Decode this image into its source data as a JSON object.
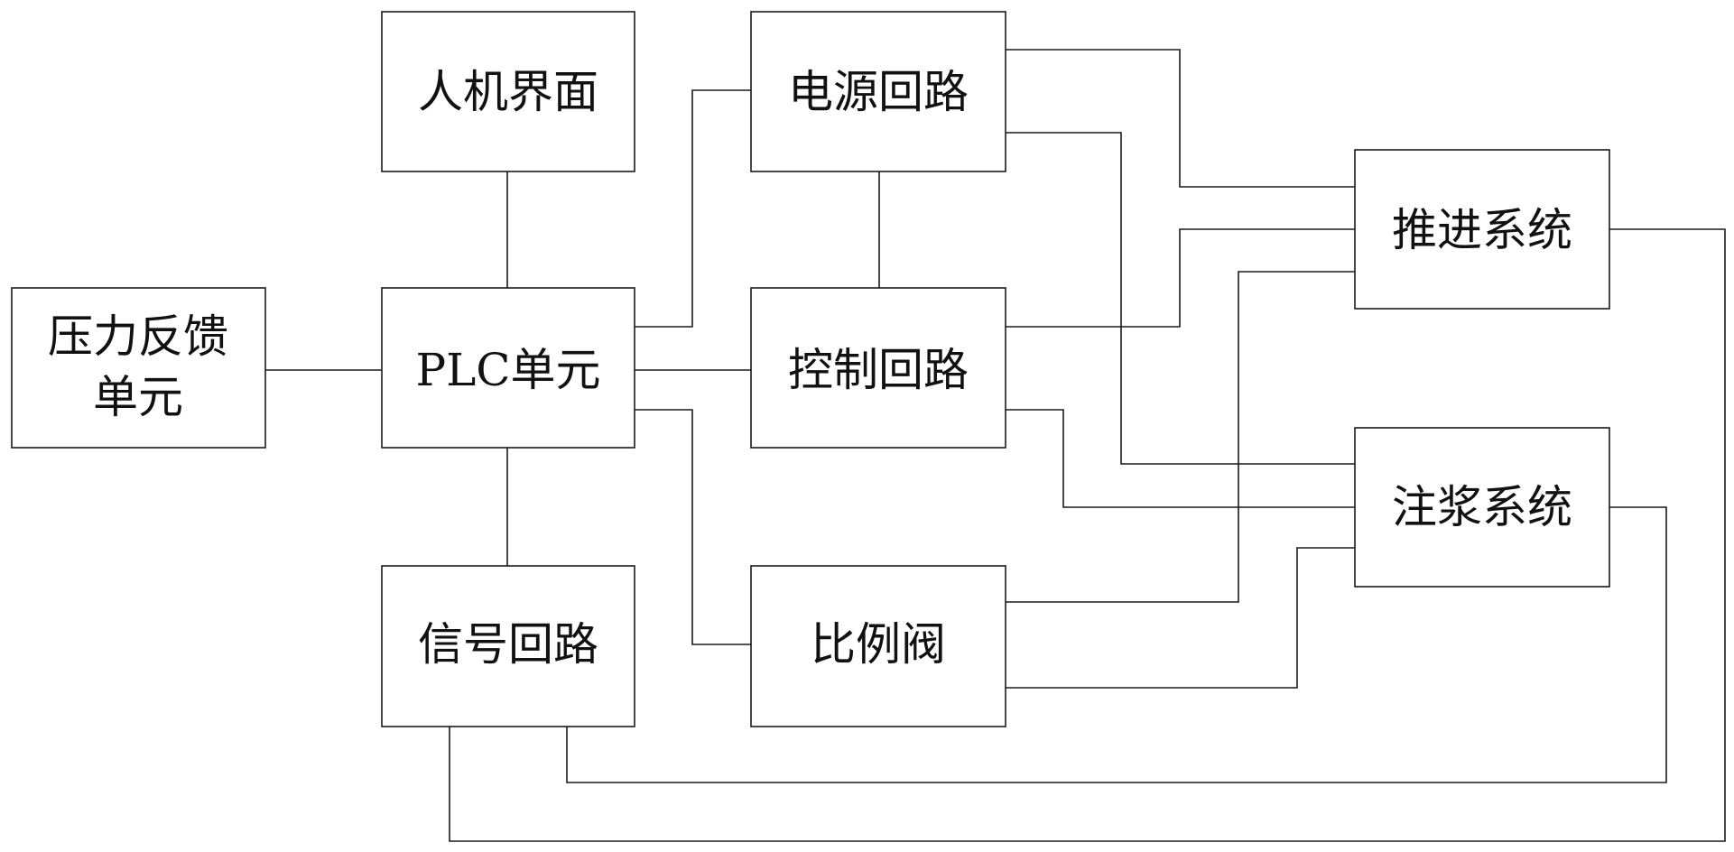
{
  "diagram": {
    "nodes": {
      "hmi": "人机界面",
      "pressure_line1": "压力反馈",
      "pressure_line2": "单元",
      "plc": "PLC单元",
      "signal": "信号回路",
      "power": "电源回路",
      "control": "控制回路",
      "valve": "比例阀",
      "propulsion": "推进系统",
      "grouting": "注浆系统"
    },
    "colors": {
      "line": "#1a1a1a",
      "background": "#ffffff",
      "text": "#111111"
    }
  }
}
